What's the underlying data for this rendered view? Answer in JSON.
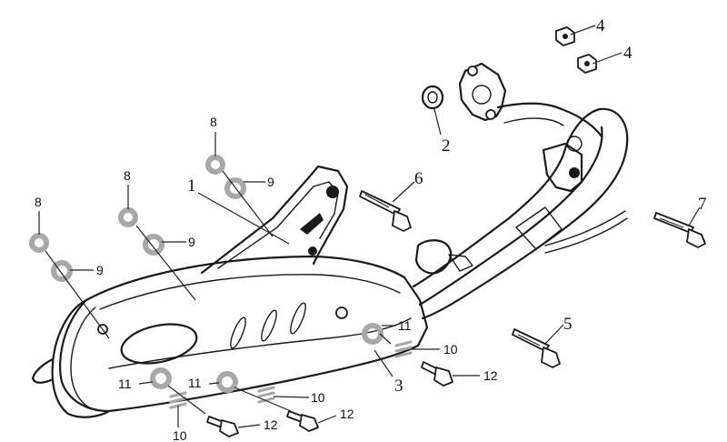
{
  "callouts": {
    "c1": "1",
    "c2": "2",
    "c3": "3",
    "c4a": "4",
    "c4b": "4",
    "c5": "5",
    "c6": "6",
    "c7": "7",
    "c8a": "8",
    "c8b": "8",
    "c8c": "8",
    "c9a": "9",
    "c9b": "9",
    "c9c": "9",
    "c10a": "10",
    "c10b": "10",
    "c10c": "10",
    "c11a": "11",
    "c11b": "11",
    "c11c": "11",
    "c12a": "12",
    "c12b": "12",
    "c12c": "12"
  },
  "colors": {
    "line": "#1a1a1a",
    "washer": "#a8a8a8"
  }
}
